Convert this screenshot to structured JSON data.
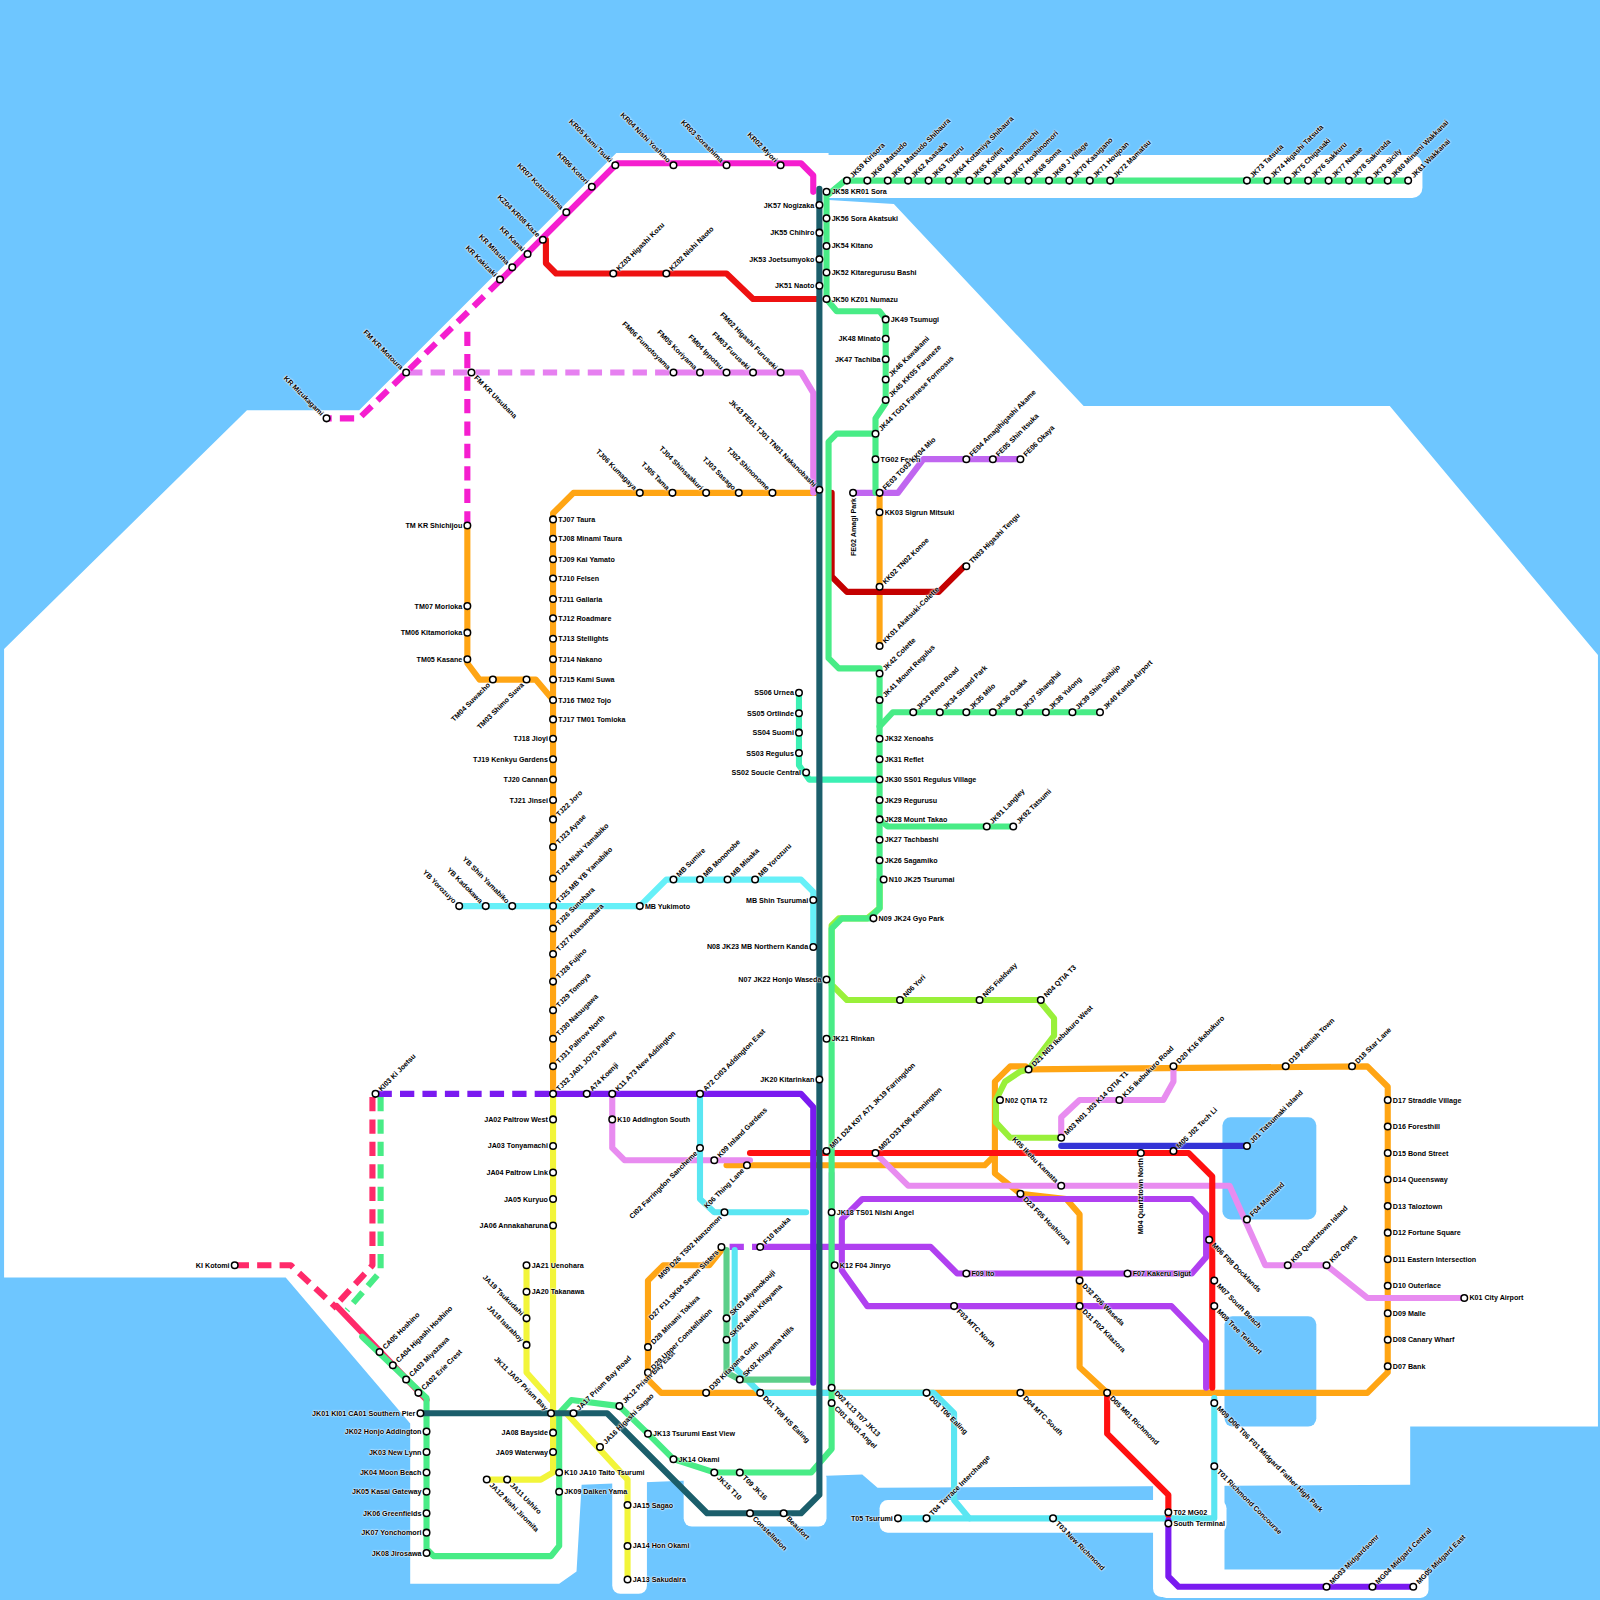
{
  "diagram": {
    "labels": [
      "KR05 Kami Tsuki",
      "KR04 Nishi Yoshino",
      "KR03 Sorashima",
      "KR02 Myori",
      "KR06 Kotori",
      "KR07 Kotorishima",
      "KZ04 KR08 Kaze",
      "KR Kanai",
      "KR Mitsuha",
      "KR Kakizaki",
      "FM KR Motoura",
      "KR Mizukagami",
      "FM KR Utsubana",
      "TM KR Shichijou",
      "KZ03 Higashi Kozu",
      "KZ02 Nishi Naoto",
      "FM06 Fumotoyama",
      "FM05 Koriyama",
      "FM04 Ippotsu",
      "FM03 Furuseki",
      "FM02 Higashi Furuseki",
      "JK58 KR01 Sora",
      "JK57 Nogizaka",
      "JK56 Sora Akatsuki",
      "JK55 Chihiro",
      "JK54 Kitano",
      "JK53 Joetsumyoko",
      "JK52 Kitaregurusu Bashi",
      "JK51 Naoto",
      "JK50 KZ01 Numazu",
      "JK59 Kirisora",
      "JK60 Matsudo",
      "JK61 Matsudo Shibaura",
      "JK62 Asasaka",
      "JK63 Tozuru",
      "JK64 Kotamiya Shibaura",
      "JK65 Koifen",
      "JK66 Haranomachi",
      "JK67 Hoshinomori",
      "JK68 Soma",
      "JK69 J Village",
      "JK70 Kasugano",
      "JK71 Houjoan",
      "JK72 Mamatsu",
      "JK73 Tatsuta",
      "JK74 Higashi Tatsuta",
      "JK75 Chigasaki",
      "JK76 Sakkuru",
      "JK77 Nanae",
      "JK78 Sakurada",
      "JK79 Sicily",
      "JK80 Minami Wakkanai",
      "JK81 Wakkanai",
      "JK49 Tsumugi",
      "JK48 Minato",
      "JK47 Tachiba",
      "JK46 Kawakami",
      "JK45 KK05 Faruneze",
      "JK44 TG01 Farnese Formosus",
      "TG02 Feron",
      "FE03 TG03 KK04 Mio",
      "JK43 FE01 TJ01 TN01 Nakanobashi",
      "FE02 Amagi Park",
      "FE04 Amagihigashi Akame",
      "FE05 Shin Itsuka",
      "FE06 Okaya",
      "KK03 Sigrun Mitsuki",
      "TN03 Higashi Tengu",
      "KK02 TN02 Konoe",
      "KK01 Akatsuki-Colette",
      "JK42 Colette",
      "JK41 Mount Regulus",
      "JK33 Reno Road",
      "JK34 Strand Park",
      "JK35 Milo",
      "JK36 Osaka",
      "JK37 Shanghai",
      "JK38 Yulong",
      "JK39 Shin Seibijo",
      "JK40 Kanda Airport",
      "JK32 Xenoahs",
      "JK31 Reflet",
      "JK30 SS01 Regulus Village",
      "JK29 Regurusu",
      "JK28 Mount Takao",
      "JK91 Langley",
      "JK92 Tatsumi",
      "JK27 Tachbashi",
      "JK26 Sagamiko",
      "N10 JK25 Tsurumai",
      "N09 JK24 Gyo Park",
      "SS06 Urnea",
      "SS05 Ortlinde",
      "SS04 Suomi",
      "SS03 Regulus",
      "SS02 Soucie Central",
      "TJ02 Shinonome",
      "TJ03 Sasago",
      "TJ04 Shinsaakuri",
      "TJ05 Tama",
      "TJ06 Kumagaya",
      "TJ07 Taura",
      "TJ08 Minami Taura",
      "TJ09 Kai Yamato",
      "TJ10 Felsen",
      "TJ11 Gallaria",
      "TJ12 Roadmare",
      "TJ13 Stellights",
      "TJ14 Nakano",
      "TJ15 Kami Suwa",
      "TJ16 TM02 Tojo",
      "TJ17 TM01 Tomioka",
      "TJ18 Jioyi",
      "TJ19 Kenkyu Gardens",
      "TJ20 Cannan",
      "TJ21 Jinsei",
      "TJ22 Joro",
      "TJ23 Ayase",
      "TJ24 Nishi Yamabiko",
      "TJ25 MB YB Yamabiko",
      "TJ26 Sunohara",
      "TJ27 Kitasunohara",
      "TJ28 Fujino",
      "TJ29 Tomoya",
      "TJ30 Natsugawa",
      "TJ31 Paltrow North",
      "TJ32 JA01 JO75 Paltrow",
      "TM07 Morioka",
      "TM06 Kitamorioka",
      "TM05 Kasane",
      "TM04 Suwacho",
      "TM03 Shimo Suwa",
      "YB Yorozuyo",
      "YB Kadokawa",
      "YB Shin Yamabiko",
      "MB Yukimoto",
      "MB Sumire",
      "MB Mononobe",
      "MB Misaka",
      "MB Yorozuru",
      "MB Shin Tsurumai",
      "N08 JK23 MB Northern Kanda",
      "N07 JK22 Honjo Waseda",
      "N06 Yori",
      "N05 Fieldway",
      "N04 QTIA T3",
      "JK21 Rinkan",
      "JK20 Kitarinkan",
      "D21 N03 Ikebukuro West",
      "D20 K16 Ikebukuro",
      "K15 Ikebukuro Road",
      "D19 Kemish Town",
      "D18 Star Lane",
      "D17 Straddle Village",
      "D16 Foresthill",
      "D15 Bond Street",
      "D14 Queensway",
      "D13 Taloztown",
      "D12 Fortune Square",
      "D11 Eastern Intersection",
      "D10 Outerlace",
      "D09 Malle",
      "D08 Canary Wharf",
      "D07 Bank",
      "N02 QTIA T2",
      "M03 N01 J03 K14 QTIA T1",
      "M05 J02 Tech Li",
      "J01 Tatsumaki Island",
      "M04 Quartztown North",
      "K05 Ikebu Kamata",
      "D23 F05 Hoshizora",
      "F04 Mainland",
      "K03 Quartztown Island",
      "K02 Opera",
      "K01 City Airport",
      "M06 F08 Docklands",
      "M07 South Beach",
      "M08 Tree Teleport",
      "F07 Kakeru Sigut",
      "D32 F06 Waseda",
      "D31 F02 Kitazora",
      "F09 Ito",
      "F03 MTC North",
      "F10 Itsuka",
      "K12 F04 Jinryo",
      "JK18 TS01 Nishi Angel",
      "M02 D33 K06 Kennington",
      "M01 D24 K07 A71 JK19 Farringdon",
      "K09 Inland Gardens",
      "K06 Thing Lane",
      "M09 D26 TS02 Hanzomon",
      "CI02 Farringdon Sancheme",
      "K10 Addington South",
      "K11 A73 New Addington",
      "A74 Koenji",
      "A72 CI03 Addington East",
      "KI03 Ki Joetsu",
      "JA02 Paltrow West",
      "JA03 Tonyamachi",
      "JA04 Paltrow Link",
      "JA05 Kuryuo",
      "JA06 Annakaharuna",
      "JA21 Uenohara",
      "JA20 Takanawa",
      "JA19 Tsukudahi",
      "JA18 Isaraboy",
      "JK11 JA07 Prism Bay",
      "JA17 Prism Bay Road",
      "JK12 Prism Bay East",
      "JA16 Higashi Sagao",
      "JK13 Tsurumi East View",
      "JK14 Okami",
      "JK15 T10",
      "T09 JK16",
      "JA08 Bayside",
      "JA09 Waterway",
      "K10 JA10 Taito Tsurumi",
      "JK09 Daiken Yama",
      "JA11 Ushiro",
      "JA12 Nishi Jiromita",
      "JA15 Sagao",
      "JA14 Hon Okami",
      "JA13 Sakudaira",
      "JK01 KI01 CA01 Southern Pier",
      "JK02 Honjo Addington",
      "JK03 New Lynn",
      "JK04 Moon Beach",
      "JK05 Kasai Gateway",
      "JK06 Greenfields",
      "JK07 Yonchomori",
      "JK08 Jirosawa",
      "CA05 Hoshino",
      "CA04 Higashi Hoshino",
      "CA03 Miyazawa",
      "CA02 Erie Crest",
      "KI Kotomi",
      "D27 F11 SK04 Seven Sisters",
      "SK03 Miyanokouji",
      "SK02 Nishi Kitayama",
      "SK02 Kitayama Hills",
      "D28 Minami Tokiwa",
      "D29 Upper Constellation",
      "D30 Kitayama Grdn",
      "D01 T08 HS Ealing",
      "D02 K13 T07 JK13",
      "CI01 SK01 Angel",
      "D03 T06 Ealing",
      "D04 MTC South",
      "D05 M01 Richmond",
      "M09 D06 T06 F01 Midgard Father High Park",
      "T01 Richmond Concourse",
      "T02 MG02",
      "South Terminal",
      "T03 New Richmond",
      "T04 Terrace Interchange",
      "T05 Tsurumi",
      "MG03 Midgardsomr",
      "MG04 Midgard Central",
      "MG05 Midgard East",
      "Constellation",
      "Beaufort"
    ]
  }
}
